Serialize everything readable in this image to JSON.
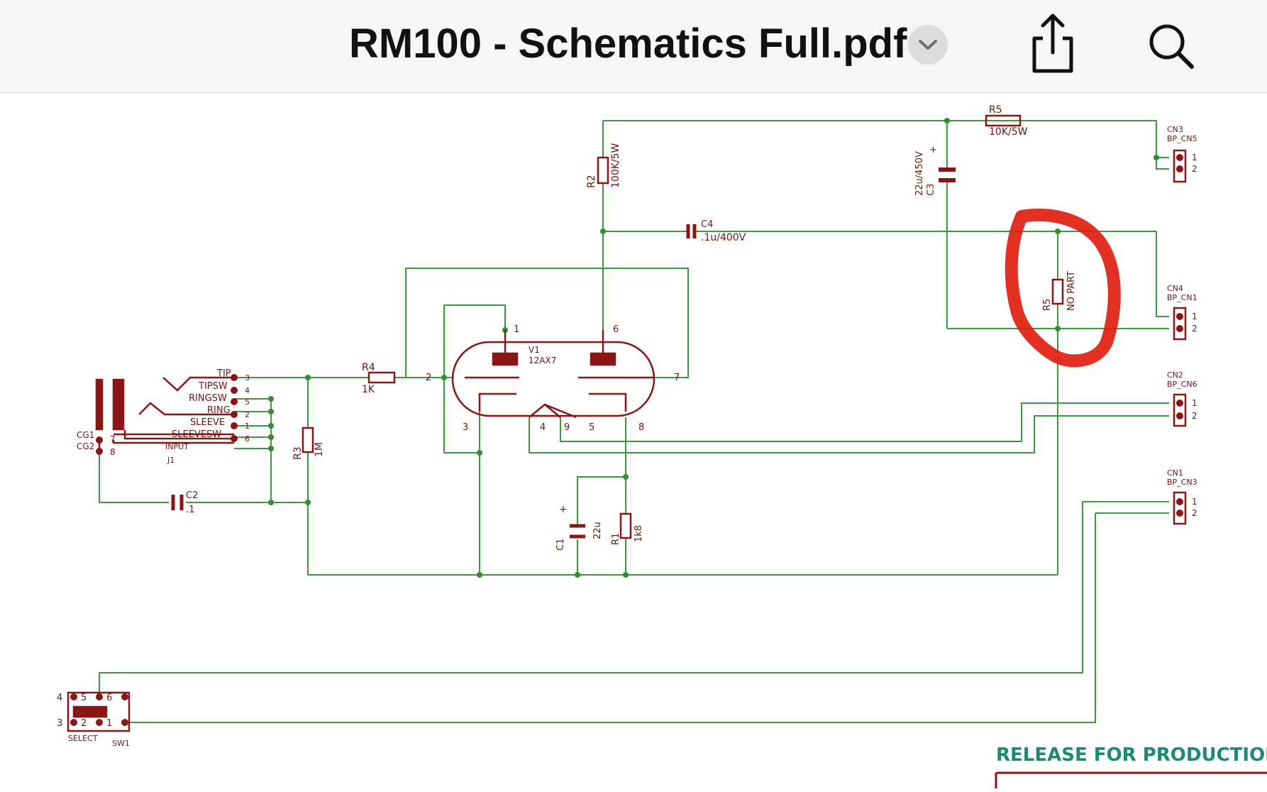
{
  "header": {
    "title": "RM100 - Schematics Full.pdf",
    "dropdown_icon": "chevron-down-icon",
    "share_icon": "share-icon",
    "search_icon": "search-icon"
  },
  "colors": {
    "wire": "#3c9a3c",
    "part": "#8b1414",
    "annotation": "#e01e10",
    "release": "#1a8a74"
  },
  "schematic": {
    "r5_top": {
      "ref": "R5",
      "value": "10K/5W"
    },
    "cn3": {
      "ref": "CN3",
      "type": "BP_CN5",
      "pins": [
        "1",
        "2"
      ]
    },
    "c3": {
      "ref": "C3",
      "value": "22u/450V",
      "plus": "+"
    },
    "r2": {
      "ref": "R2",
      "value": "100K/5W"
    },
    "c4": {
      "ref": "C4",
      "value": ".1u/400V"
    },
    "r5_nc": {
      "ref": "R5",
      "value": "NO PART"
    },
    "cn4": {
      "ref": "CN4",
      "type": "BP_CN1",
      "pins": [
        "1",
        "2"
      ]
    },
    "v1": {
      "ref": "V1",
      "value": "12AX7",
      "pins": [
        "1",
        "6",
        "2",
        "7",
        "3",
        "4",
        "9",
        "5",
        "8"
      ]
    },
    "r4": {
      "ref": "R4",
      "value": "1K"
    },
    "r3": {
      "ref": "R3",
      "value": "1M"
    },
    "cn2": {
      "ref": "CN2",
      "type": "BP_CN6",
      "pins": [
        "1",
        "2"
      ]
    },
    "cn1": {
      "ref": "CN1",
      "type": "BP_CN3",
      "pins": [
        "1",
        "2"
      ]
    },
    "c1": {
      "ref": "C1",
      "value": "22u",
      "plus": "+"
    },
    "r1": {
      "ref": "R1",
      "value": "1k8"
    },
    "c2": {
      "ref": "C2",
      "value": ".1"
    },
    "j1": {
      "ref": "J1",
      "name": "INPUT",
      "labels": [
        "TIP",
        "TIPSW",
        "RINGSW",
        "RING",
        "SLEEVE",
        "SLEEVESW"
      ],
      "pins": [
        "3",
        "4",
        "5",
        "2",
        "1",
        "6"
      ],
      "cg": [
        "CG1",
        "CG2"
      ],
      "cg_pins": [
        "7",
        "8"
      ]
    },
    "sw1": {
      "ref": "SW1",
      "name": "SELECT",
      "pins": [
        "4",
        "5",
        "6",
        "3",
        "2",
        "1"
      ]
    },
    "release_text": "RELEASE FOR PRODUCTION SAM"
  }
}
